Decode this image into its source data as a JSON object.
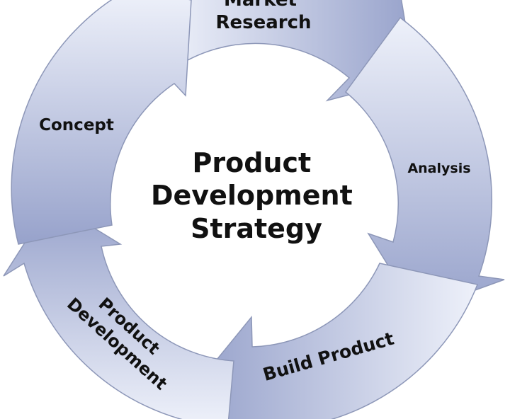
{
  "diagram": {
    "center_lines": [
      "Product",
      "Development",
      "Strategy"
    ],
    "steps": [
      {
        "id": "market-research",
        "lines": [
          "Market",
          "Research"
        ]
      },
      {
        "id": "analysis",
        "lines": [
          "Analysis"
        ]
      },
      {
        "id": "build-product",
        "lines": [
          "Build Product"
        ]
      },
      {
        "id": "product-development",
        "lines": [
          "Product",
          "Development"
        ]
      },
      {
        "id": "concept",
        "lines": [
          "Concept"
        ]
      }
    ],
    "colors": {
      "arrow_light": "#eef1fa",
      "arrow_dark": "#97a2cb",
      "arrow_stroke": "#8d97b8",
      "text": "#111111"
    }
  }
}
